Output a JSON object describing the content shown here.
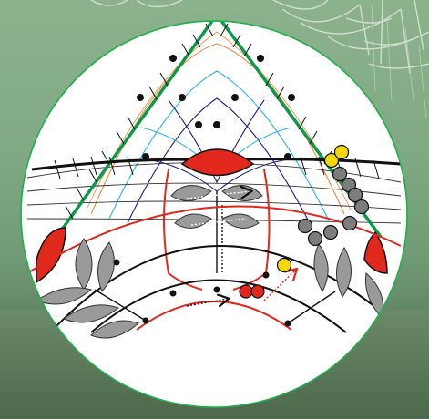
{
  "colors": {
    "background_green": "#7fa983",
    "lower_band": "#5d7b5c",
    "disc_fill": "#ffffff",
    "disc_border": "#22b14c",
    "outline_green": "#0c9a4a",
    "red": "#e0281c",
    "gray_leaf": "#9a9a9a",
    "yellow": "#f5d80a",
    "gray_bead": "#7d7d7d",
    "blue_thread": "#1c1c8c",
    "orange_thread": "#f08a3c",
    "cyan_thread": "#28b4e6",
    "black": "#111111"
  },
  "parts": {
    "background": "lace-photo-background",
    "disc": "pattern-disc",
    "triangle": "triangle-ground",
    "red_cap": "red-half-cap",
    "leaves_center": "central-leaf-sprig",
    "leaves_left": "left-leaf-fan",
    "leaves_right": "right-leaf-fan",
    "yellow_beads": "yellow-marker-beads",
    "gray_beads": "gray-bead-chain",
    "red_beads": "red-marker-beads",
    "arrows": "dotted-direction-arrows"
  }
}
